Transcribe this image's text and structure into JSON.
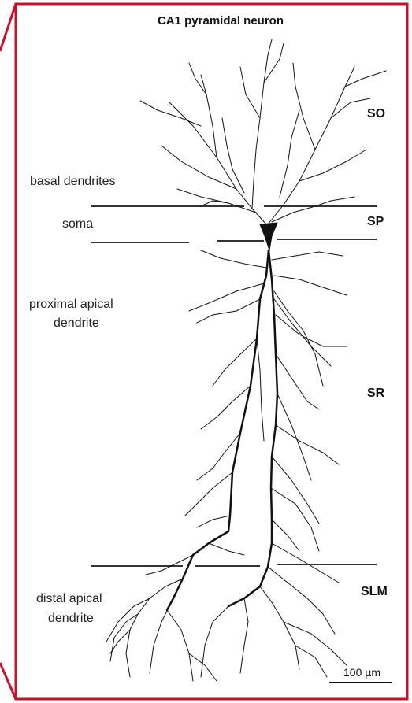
{
  "title": "CA1 pyramidal neuron",
  "layers": {
    "so": "SO",
    "sp": "SP",
    "sr": "SR",
    "slm": "SLM"
  },
  "labels": {
    "basal": "basal dendrites",
    "soma": "soma",
    "proximal_1": "proximal apical",
    "proximal_2": "dendrite",
    "distal_1": "distal apical",
    "distal_2": "dendrite"
  },
  "scale_bar": "100 µm",
  "colors": {
    "frame": "#c8102e",
    "ink": "#111111",
    "layer_line": "#333333"
  }
}
